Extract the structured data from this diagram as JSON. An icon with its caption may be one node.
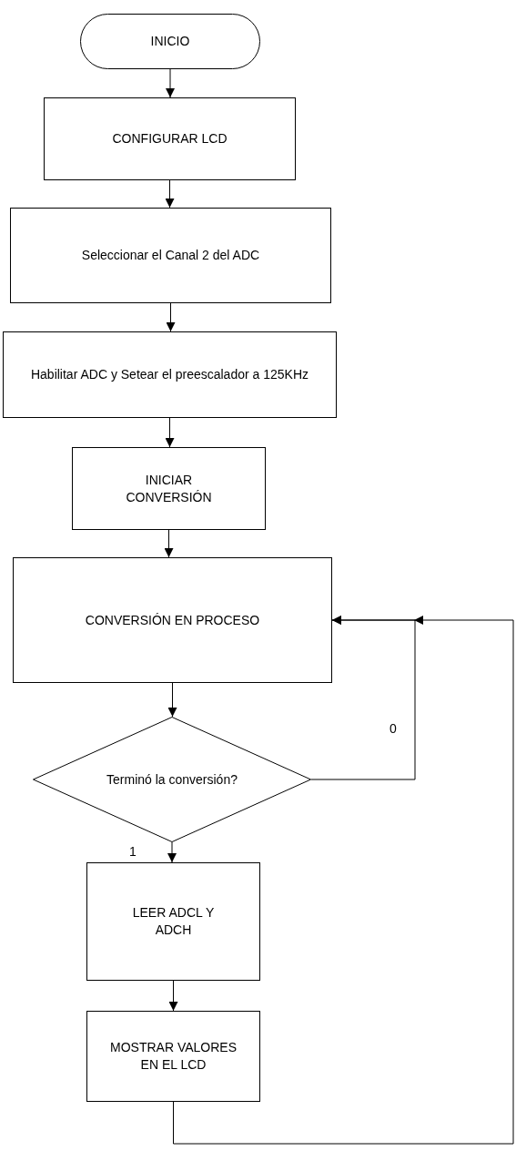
{
  "diagram": {
    "nodes": [
      {
        "text": [
          "INICIO"
        ]
      },
      {
        "text": [
          "CONFIGURAR LCD"
        ]
      },
      {
        "text": [
          "Seleccionar el Canal 2 del ADC"
        ]
      },
      {
        "text": [
          "Habilitar ADC y Setear el preescalador a 125KHz"
        ]
      },
      {
        "text": [
          "INICIAR CONVERSIÓN"
        ]
      },
      {
        "text": [
          "CONVERSIÓN EN PROCESO"
        ]
      },
      {
        "text": [
          "Terminó la conversión?"
        ]
      },
      {
        "text": [
          "LEER ADCL Y ADCH"
        ]
      },
      {
        "text": [
          "MOSTRAR VALORES EN EL LCD"
        ]
      }
    ],
    "edges": [
      {
        "from": 0,
        "to": 1,
        "arrow": "to"
      },
      {
        "from": 1,
        "to": 2,
        "arrow": "to"
      },
      {
        "from": 2,
        "to": 3,
        "arrow": "to"
      },
      {
        "from": 3,
        "to": 4,
        "arrow": "to"
      },
      {
        "from": 4,
        "to": 5,
        "arrow": "to"
      },
      {
        "from": 5,
        "to": 6,
        "arrow": "to"
      },
      {
        "from": 6,
        "to": 7,
        "arrow": "to",
        "label": "1"
      },
      {
        "from": 7,
        "to": 8,
        "arrow": "to"
      },
      {
        "from": 6,
        "to": 5,
        "arrow": "to",
        "label": "0"
      },
      {
        "from": 8,
        "to": 5,
        "arrow": "to"
      }
    ]
  }
}
